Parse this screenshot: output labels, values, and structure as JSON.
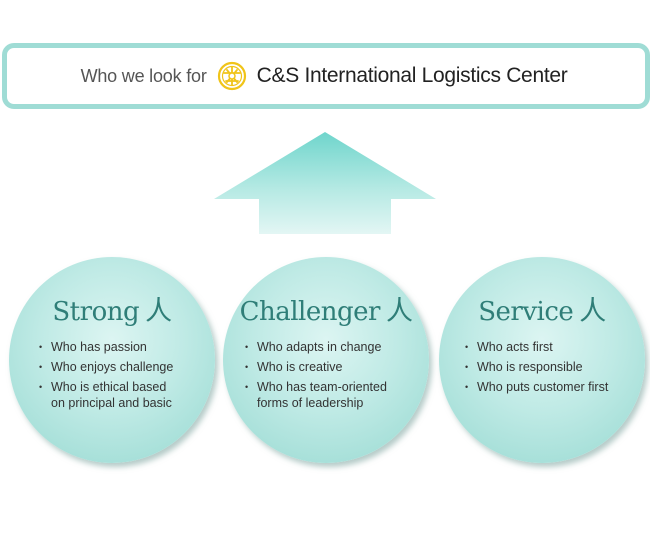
{
  "banner": {
    "lead": "Who we look for",
    "logo_icon": "cs-logo-icon",
    "company": "C&S International Logistics Center"
  },
  "arrow": {
    "icon": "up-arrow-icon",
    "color_top": "#6fd5cc",
    "color_bottom": "#e3f6f4"
  },
  "circles": [
    {
      "title": "Strong",
      "han": "人",
      "items": [
        "Who has passion",
        "Who enjoys challenge",
        "Who is ethical based",
        "on principal and basic"
      ]
    },
    {
      "title": "Challenger",
      "han": "人",
      "items": [
        "Who adapts in change",
        "Who is creative",
        "Who has  team-oriented",
        "forms of leadership"
      ]
    },
    {
      "title": "Service",
      "han": "人",
      "items": [
        "Who acts first",
        "Who is responsible",
        "Who puts customer first"
      ]
    }
  ],
  "colors": {
    "accent": "#9fdcd5",
    "title_text": "#2f7e78",
    "logo_gold": "#f0c419"
  }
}
